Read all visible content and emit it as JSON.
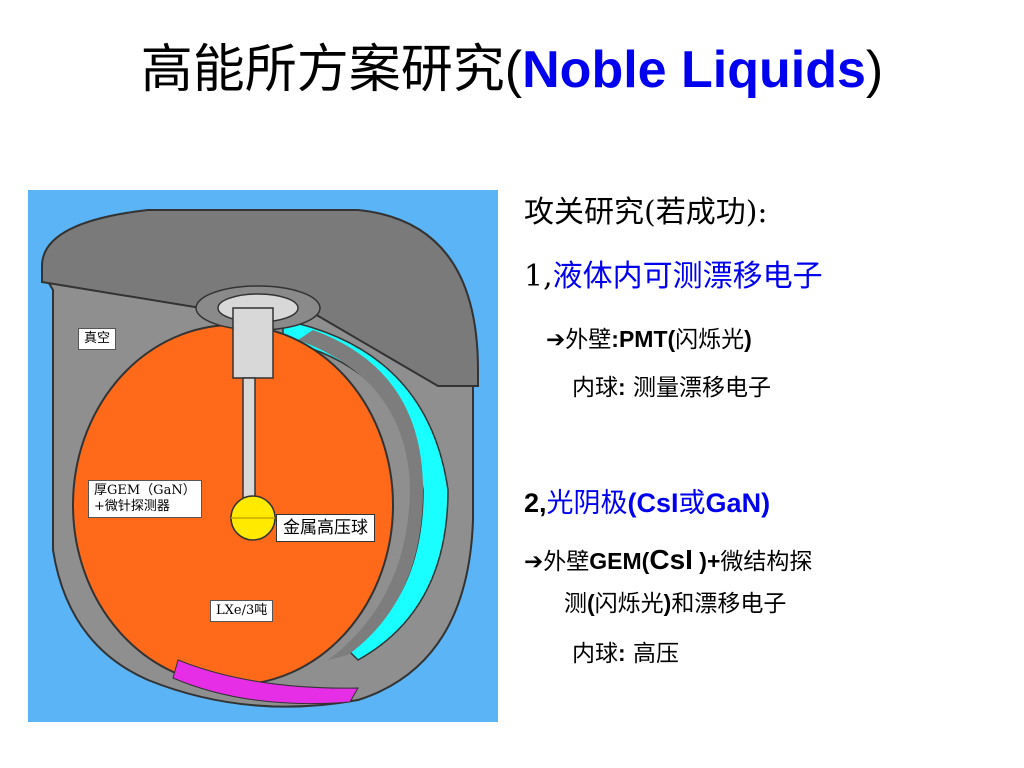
{
  "title": {
    "cn": "高能所方案研究",
    "open": "(",
    "en": "Noble Liquids",
    "close": ")"
  },
  "figure": {
    "labels": {
      "vacuum": "真空",
      "gem_line1": "厚GEM（GaN）",
      "gem_line2": "+微针探测器",
      "metal_ball": "金属高压球",
      "lxe": "LXe/3吨"
    },
    "colors": {
      "background": "#5ab4f5",
      "liquid": "#ff6a1a",
      "cyan": "#19ffff",
      "vessel": "#8f8f8f",
      "magenta": "#e62ee6",
      "ball": "#ffea00"
    }
  },
  "content": {
    "heading": "攻关研究(若成功):",
    "item1": {
      "num": "1,",
      "title": "液体内可测漂移电子"
    },
    "item1_sub1": {
      "arrow": "➔",
      "cn": "外壁",
      "en": ":PMT(",
      "cn2": "闪烁光",
      "close": ")"
    },
    "item1_sub2": {
      "cn": "内球",
      "en": ":",
      "cn2": " 测量漂移电子"
    },
    "item2": {
      "num": "2,",
      "cn": "光阴极",
      "en": "(CsI",
      "cn2": "或",
      "en2": "GaN)"
    },
    "item2_sub1": {
      "arrow": "➔",
      "cn": "外壁",
      "en": "GEM(",
      "csi": "CsI",
      "en2": " )+",
      "cn2": "微结构探"
    },
    "item2_sub1b": {
      "cn": "测",
      "en": "(",
      "cn2": "闪烁光",
      "en2": ")",
      "cn3": "和漂移电子"
    },
    "item2_sub2": {
      "cn": "内球",
      "en": ":",
      "cn2": " 高压"
    }
  }
}
